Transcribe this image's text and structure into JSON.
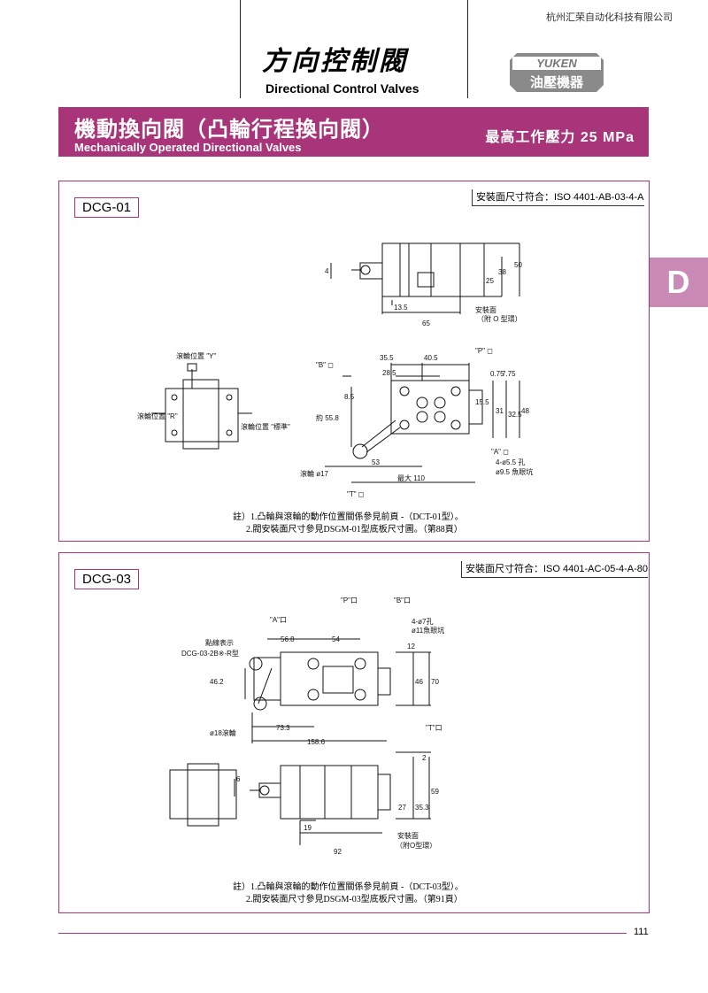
{
  "header": {
    "company": "杭州汇荣自动化科技有限公司",
    "title_zh": "方向控制閥",
    "title_en": "Directional Control Valves",
    "logo_top": "YUKEN",
    "logo_bottom": "油壓機器"
  },
  "banner": {
    "title_zh": "機動換向閥（凸輪行程換向閥）",
    "title_en": "Mechanically Operated Directional Valves",
    "pressure": "最高工作壓力  25 MPa"
  },
  "side_tab": "D",
  "sections": [
    {
      "model": "DCG-01",
      "iso": "安裝面尺寸符合：ISO 4401-AB-03-4-A",
      "dims": {
        "d4": "4",
        "d13_5": "13.5",
        "d65": "65",
        "d25": "25",
        "d38": "38",
        "d50": "50",
        "mount": "安裝面",
        "oring": "（附 O 型環）",
        "roller_y": "滾輪位置 \"Y\"",
        "roller_r": "滾輪位置 \"R\"",
        "roller_std": "滾輪位置 \"標準\"",
        "B": "\"B\" ◻",
        "P": "\"P\" ◻",
        "A": "\"A\" ◻",
        "T": "\"T\" ◻",
        "d35_5": "35.5",
        "d40_5": "40.5",
        "d28_5": "28.5",
        "d8_5": "8.5",
        "d55_8": "約 55.8",
        "d0_75": "0.75",
        "d7_75": "7.75",
        "d15_5": "15.5",
        "d31": "31",
        "d32_5": "32.5",
        "d48": "48",
        "d53": "53",
        "d110": "最大 110",
        "roller17": "滾輪 ø17",
        "holes": "4-ø5.5 孔",
        "cbore": "ø9.5 魚眼坑"
      },
      "notes": "註）1.凸輪與滾輪的動作位置關係參見前頁 -（DCT-01型）。\n      2.閥安裝面尺寸參見DSGM-01型底板尺寸圖。（第88頁）"
    },
    {
      "model": "DCG-03",
      "iso": "安裝面尺寸符合：ISO 4401-AC-05-4-A-80",
      "dims": {
        "P": "\"P\"口",
        "B": "\"B\"口",
        "A": "\"A\"口",
        "T": "\"T\"口",
        "dotted": "點線表示",
        "dotted2": "DCG-03-2B※-R型",
        "holes": "4-ø7孔",
        "cbore": "ø11魚眼坑",
        "d56_8": "56.8",
        "d54": "54",
        "d12": "12",
        "d46_2": "46.2",
        "d46": "46",
        "d70": "70",
        "d73_3": "73.3",
        "d158_6": "158.6",
        "roller18": "ø18滾輪",
        "d2": "2",
        "d6": "6",
        "d59": "59",
        "d27": "27",
        "d35_3": "35.3",
        "d19": "19",
        "d92": "92",
        "mount": "安裝面",
        "oring": "（附O型環）"
      },
      "notes": "註）1.凸輪與滾輪的動作位置關係參見前頁 -（DCT-03型）。\n      2.閥安裝面尺寸參見DSGM-03型底板尺寸圖。（第91頁）"
    }
  ],
  "page_number": "111"
}
